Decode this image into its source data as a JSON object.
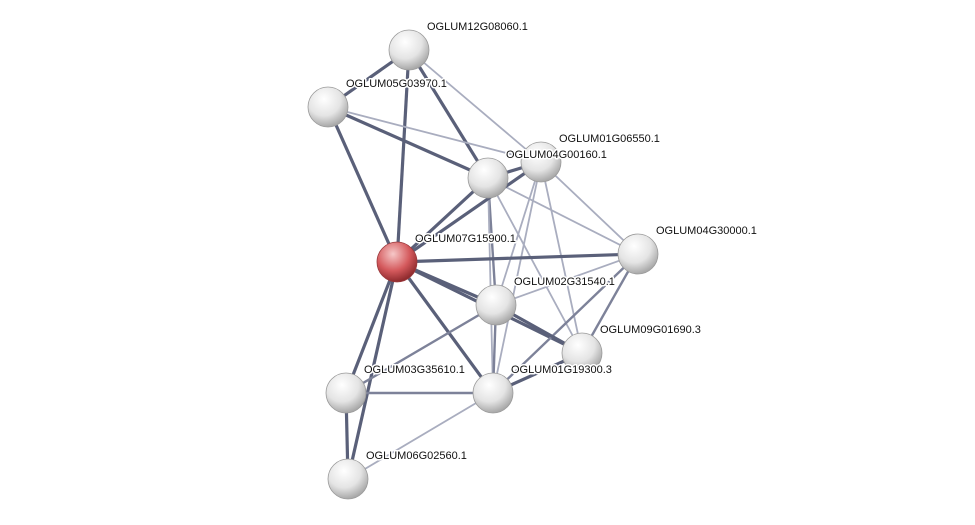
{
  "nodes": [
    {
      "id": "A",
      "label": "OGLUM12G08060.1",
      "query": false
    },
    {
      "id": "B",
      "label": "OGLUM05G03970.1",
      "query": false
    },
    {
      "id": "C",
      "label": "OGLUM04G00160.1",
      "query": false
    },
    {
      "id": "D",
      "label": "OGLUM01G06550.1",
      "query": false
    },
    {
      "id": "E",
      "label": "OGLUM07G15900.1",
      "query": true
    },
    {
      "id": "F",
      "label": "OGLUM04G30000.1",
      "query": false
    },
    {
      "id": "G",
      "label": "OGLUM02G31540.1",
      "query": false
    },
    {
      "id": "H",
      "label": "OGLUM09G01690.3",
      "query": false
    },
    {
      "id": "I",
      "label": "OGLUM03G35610.1",
      "query": false
    },
    {
      "id": "J",
      "label": "OGLUM01G19300.3",
      "query": false
    },
    {
      "id": "K",
      "label": "OGLUM06G02560.1",
      "query": false
    }
  ],
  "edges": [
    [
      "A",
      "B",
      "strong"
    ],
    [
      "A",
      "E",
      "strong"
    ],
    [
      "A",
      "C",
      "strong"
    ],
    [
      "A",
      "D",
      "weak"
    ],
    [
      "B",
      "E",
      "strong"
    ],
    [
      "B",
      "C",
      "strong"
    ],
    [
      "B",
      "D",
      "weak"
    ],
    [
      "C",
      "E",
      "strong"
    ],
    [
      "C",
      "D",
      "strong"
    ],
    [
      "C",
      "F",
      "weak"
    ],
    [
      "C",
      "G",
      "medium"
    ],
    [
      "C",
      "H",
      "weak"
    ],
    [
      "C",
      "J",
      "weak"
    ],
    [
      "D",
      "E",
      "strong"
    ],
    [
      "D",
      "G",
      "weak"
    ],
    [
      "D",
      "J",
      "weak"
    ],
    [
      "D",
      "F",
      "weak"
    ],
    [
      "D",
      "H",
      "weak"
    ],
    [
      "E",
      "F",
      "strong"
    ],
    [
      "E",
      "G",
      "strong"
    ],
    [
      "E",
      "H",
      "strong"
    ],
    [
      "E",
      "I",
      "strong"
    ],
    [
      "E",
      "J",
      "strong"
    ],
    [
      "E",
      "K",
      "strong"
    ],
    [
      "F",
      "G",
      "weak"
    ],
    [
      "F",
      "J",
      "medium"
    ],
    [
      "F",
      "H",
      "medium"
    ],
    [
      "G",
      "H",
      "strong"
    ],
    [
      "G",
      "I",
      "medium"
    ],
    [
      "G",
      "J",
      "medium"
    ],
    [
      "H",
      "J",
      "strong"
    ],
    [
      "I",
      "J",
      "medium"
    ],
    [
      "I",
      "K",
      "strong"
    ],
    [
      "J",
      "K",
      "weak"
    ]
  ],
  "colors": {
    "strong": "#5a6079",
    "medium": "#7d8299",
    "weak": "#a9adbf",
    "node": "#e6e6e6",
    "query": "#d4595c"
  }
}
